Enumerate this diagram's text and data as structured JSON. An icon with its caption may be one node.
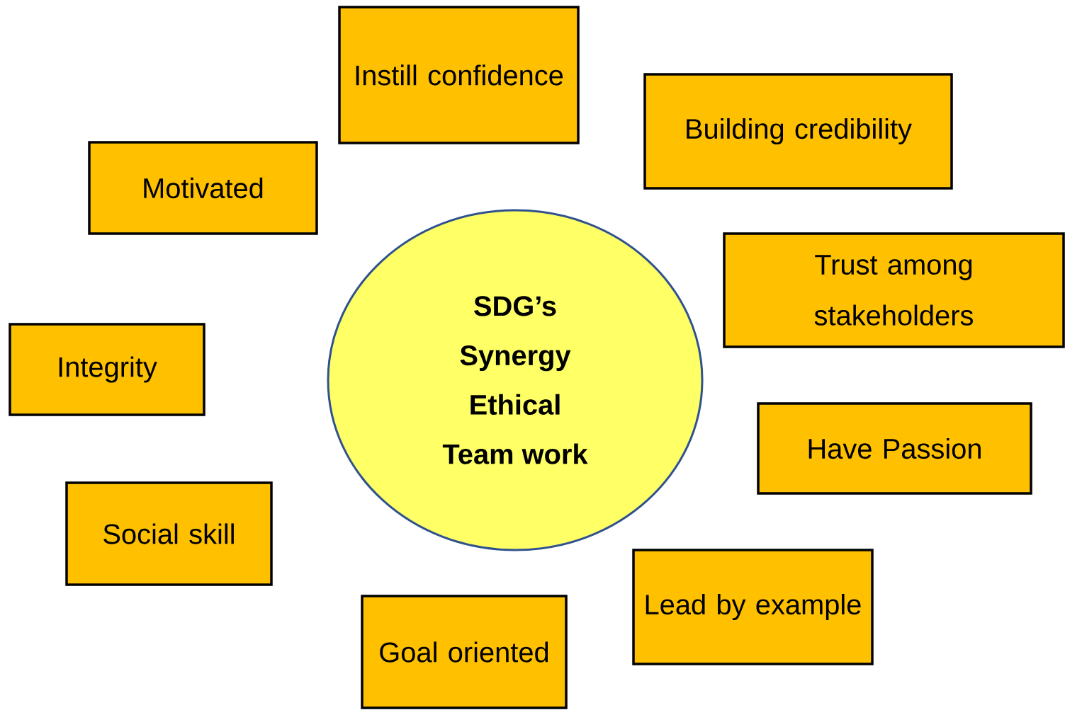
{
  "diagram": {
    "nodes": [
      {
        "text": [
          "SDG’s",
          "Synergy",
          "Ethical",
          "Team work"
        ]
      },
      {
        "text": [
          "Instill confidence"
        ]
      },
      {
        "text": [
          "Building credibility"
        ]
      },
      {
        "text": [
          "Motivated"
        ]
      },
      {
        "text": [
          "Trust among stakeholders"
        ]
      },
      {
        "text": [
          "Integrity"
        ]
      },
      {
        "text": [
          "Have Passion"
        ]
      },
      {
        "text": [
          "Social skill"
        ]
      },
      {
        "text": [
          "Lead by example"
        ]
      },
      {
        "text": [
          "Goal oriented"
        ]
      }
    ]
  }
}
